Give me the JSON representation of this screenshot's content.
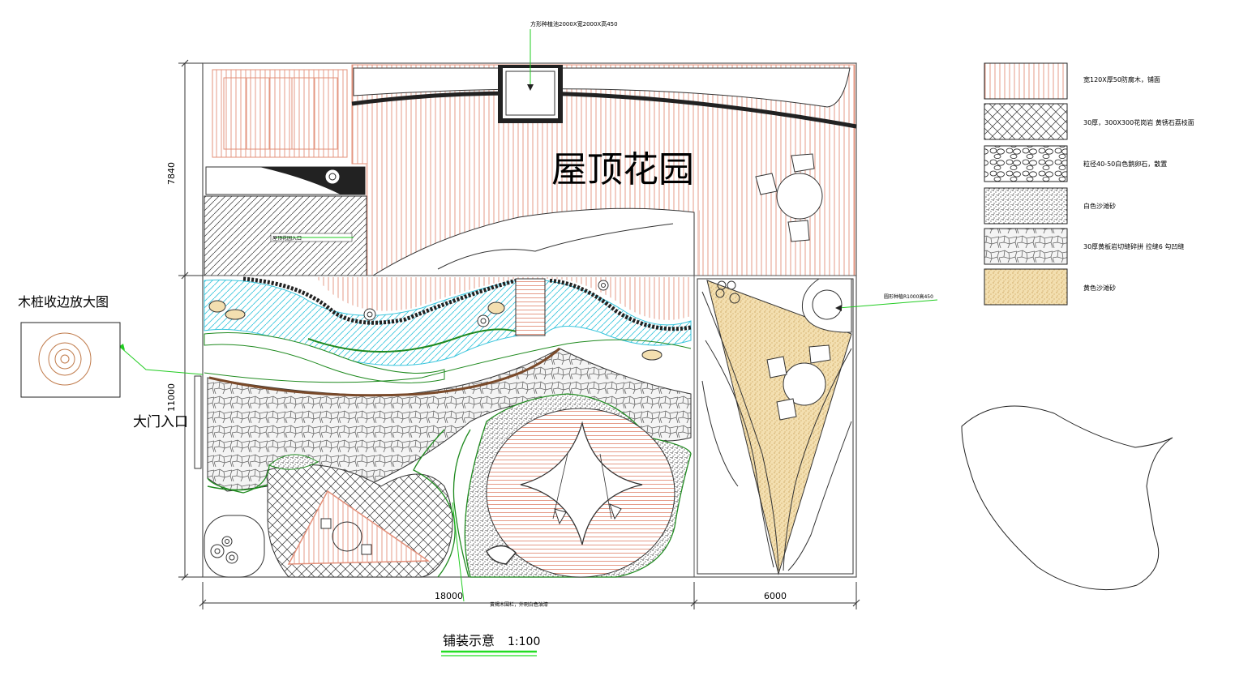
{
  "drawing": {
    "title": "屋顶花园",
    "caption": "铺装示意",
    "scale": "1:100",
    "detail_title": "木桩收边放大图",
    "entrance_label": "大门入口"
  },
  "dimensions": {
    "height_upper": "7840",
    "height_lower": "11000",
    "width_main": "18000",
    "width_right": "6000"
  },
  "annotations": {
    "top_pool": "方形种植池2000X宽2000X高450",
    "right_planter": "圆形种植R1000高450",
    "bottom_rail": "黄褐木围栏，外刷白色油漆",
    "left_inner": "屋顶花园入口"
  },
  "legend": [
    {
      "label": "宽120X厚50防腐木，铺面",
      "pattern": "wood"
    },
    {
      "label": "30厚，300X300花岗岩 黄锈石荔枝面",
      "pattern": "crosshatch"
    },
    {
      "label": "粒径40-50白色鹅卵石，散置",
      "pattern": "pebble"
    },
    {
      "label": "白色沙滩砂",
      "pattern": "whitesand"
    },
    {
      "label": "30厚黄板岩切缝碎拼  拉缝6 勾凹缝",
      "pattern": "slate"
    },
    {
      "label": "黄色沙滩砂",
      "pattern": "yellowsand"
    }
  ],
  "colors": {
    "wood": "#e8a48a",
    "water": "#3cc6dd",
    "green": "#1f8a1f",
    "yellow_sand": "#e8c98a",
    "leader": "#22cc22",
    "underline": "#22dd22"
  }
}
